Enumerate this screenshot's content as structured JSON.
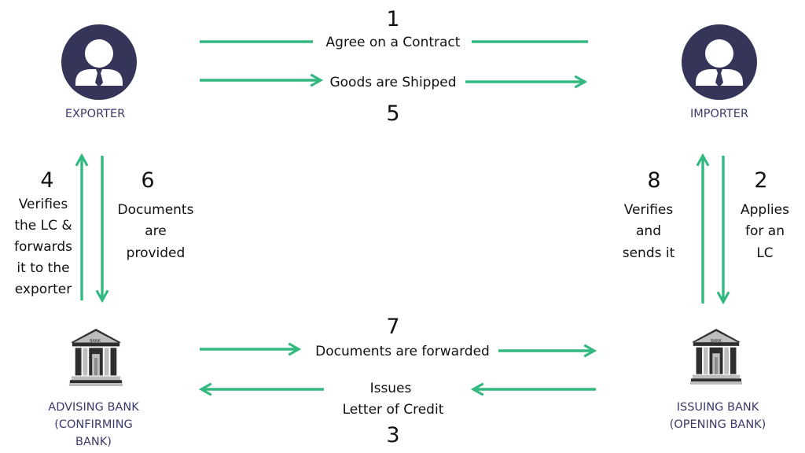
{
  "parties": {
    "exporter": "EXPORTER",
    "importer": "IMPORTER",
    "advising_bank": [
      "ADVISING BANK",
      "(CONFIRMING",
      "BANK)"
    ],
    "issuing_bank": [
      "ISSUING BANK",
      "(OPENING BANK)"
    ],
    "bank_sign": "BANK"
  },
  "steps": {
    "s1": {
      "num": "1",
      "lines": [
        "Agree on a Contract"
      ]
    },
    "s2": {
      "num": "2",
      "lines": [
        "Applies",
        "for an",
        "LC"
      ]
    },
    "s3": {
      "num": "3",
      "lines": [
        "Issues",
        "Letter of Credit"
      ]
    },
    "s4": {
      "num": "4",
      "lines": [
        "Verifies",
        "the LC &",
        "forwards",
        "it to the",
        "exporter"
      ]
    },
    "s5": {
      "num": "5",
      "lines": [
        "Goods are Shipped"
      ]
    },
    "s6": {
      "num": "6",
      "lines": [
        "Documents",
        "are",
        "provided"
      ]
    },
    "s7": {
      "num": "7",
      "lines": [
        "Documents are forwarded"
      ]
    },
    "s8": {
      "num": "8",
      "lines": [
        "Verifies",
        "and",
        "sends it"
      ]
    }
  },
  "colors": {
    "arrow": "#33b882",
    "avatar": "#35355a",
    "party_label": "#3a3a6a",
    "bank_dark": "#2e2e2e",
    "bank_light": "#bdbdbd"
  },
  "icons": {
    "person": "person-avatar-icon",
    "bank": "bank-building-icon"
  }
}
